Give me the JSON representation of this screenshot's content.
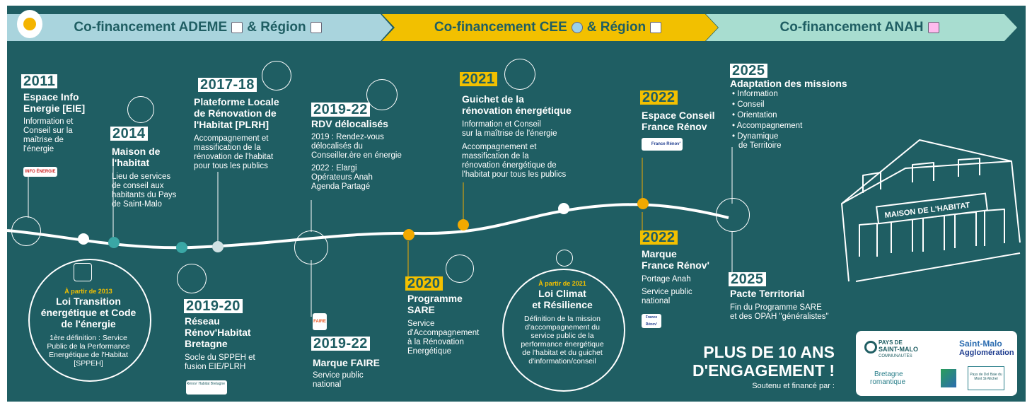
{
  "bands": [
    {
      "label": "Co-financement ADEME",
      "suffix": "& Région"
    },
    {
      "label": "Co-financement CEE",
      "suffix": "& Région"
    },
    {
      "label": "Co-financement ANAH"
    }
  ],
  "milestones": {
    "eie": {
      "year": "2011",
      "title_1": "Espace Info",
      "title_2": "Energie [EIE]",
      "text_1": "Information et",
      "text_2": "Conseil sur la",
      "text_3": "maîtrise de",
      "text_4": "l'énergie",
      "logo": "INFO ÉNERGIE"
    },
    "maison": {
      "year": "2014",
      "title_1": "Maison de",
      "title_2": "l'habitat",
      "text_1": "Lieu de services",
      "text_2": "de conseil aux",
      "text_3": "habitants du Pays",
      "text_4": "de Saint-Malo"
    },
    "plrh": {
      "year": "2017-18",
      "title_1": "Plateforme Locale",
      "title_2": "de Rénovation de",
      "title_3": "l'Habitat [PLRH]",
      "text_1": "Accompagnement et",
      "text_2": "massification de la",
      "text_3": "rénovation de l'habitat",
      "text_4": "pour tous les publics"
    },
    "rdv": {
      "year": "2019-22",
      "title": "RDV délocalisés",
      "text_1": "2019 : Rendez-vous",
      "text_2": "délocalisés du",
      "text_3": "Conseiller.ère en énergie",
      "text_4": "2022 : Elargi",
      "text_5": "Opérateurs Anah",
      "text_6": "Agenda Partagé"
    },
    "guichet": {
      "year": "2021",
      "title_1": "Guichet de la",
      "title_2": "rénovation énergétique",
      "text_1": "Information et Conseil",
      "text_2": "sur la maîtrise de l'énergie",
      "text_3": "Accompagnement et",
      "text_4": "massification de la",
      "text_5": "rénovation énergétique de",
      "text_6": "l'habitat pour tous les publics"
    },
    "espace": {
      "year": "2022",
      "title_1": "Espace Conseil",
      "title_2": "France Rénov",
      "logo": "France Rénov'"
    },
    "adaptation": {
      "year": "2025",
      "title": "Adaptation des missions",
      "items": [
        "• Information",
        "• Conseil",
        "• Orientation",
        "• Accompagnement",
        "• Dynamique",
        "de Territoire"
      ]
    },
    "loi": {
      "intro": "À partir de 2013",
      "title_1": "Loi Transition",
      "title_2": "énergétique et Code",
      "title_3": "de l'énergie",
      "text_1": "1ère définition : Service",
      "text_2": "Public de la Performance",
      "text_3": "Energétique de l'Habitat",
      "text_4": "[SPPEH]"
    },
    "reseau": {
      "year": "2019-20",
      "title_1": "Réseau",
      "title_2": "Rénov'Habitat",
      "title_3": "Bretagne",
      "text_1": "Socle du SPPEH et",
      "text_2": "fusion EIE/PLRH",
      "logo": "Rénov' Habitat Bretagne"
    },
    "faire": {
      "year": "2019-22",
      "title": "Marque FAIRE",
      "text_1": "Service public",
      "text_2": "national",
      "logo": "FAIRE"
    },
    "sare": {
      "year": "2020",
      "title_1": "Programme",
      "title_2": "SARE",
      "text_1": "Service",
      "text_2": "d'Accompagnement",
      "text_3": "à la Rénovation",
      "text_4": "Energétique"
    },
    "climat": {
      "intro": "À partir de 2021",
      "title_1": "Loi Climat",
      "title_2": "et Résilience",
      "text_1": "Définition de la mission",
      "text_2": "d'accompagnement du",
      "text_3": "service public de la",
      "text_4": "performance énergétique",
      "text_5": "de l'habitat et du guichet",
      "text_6": "d'information/conseil"
    },
    "marque": {
      "year": "2022",
      "title_1": "Marque",
      "title_2": "France Rénov'",
      "text_1": "Portage Anah",
      "text_2": "Service public",
      "text_3": "national",
      "logo": "France Rénov'"
    },
    "pacte": {
      "year": "2025",
      "title": "Pacte Territorial",
      "text_1": "Fin du Programme SARE",
      "text_2": "et des OPAH \"généralistes\""
    }
  },
  "building_sign": "MAISON DE L'HABITAT",
  "headline": {
    "line_1": "PLUS DE 10 ANS",
    "line_2": "D'ENGAGEMENT !",
    "sub": "Soutenu et financé par :"
  },
  "partners": {
    "pays_1": "PAYS DE",
    "pays_2": "SAINT-MALO",
    "pays_3": "COMMUNAUTÉS",
    "agglo_1": "Saint-Malo",
    "agglo_2": "Agglomération",
    "bretagne_1": "Bretagne",
    "bretagne_2": "romantique",
    "cc": "Pays de Dol Baie du Mont St-Michel"
  },
  "colors": {
    "background": "#1f5e63",
    "ademe_band": "#a9d4dd",
    "cee_band": "#f2c000",
    "anah_band": "#a8ddd0"
  }
}
